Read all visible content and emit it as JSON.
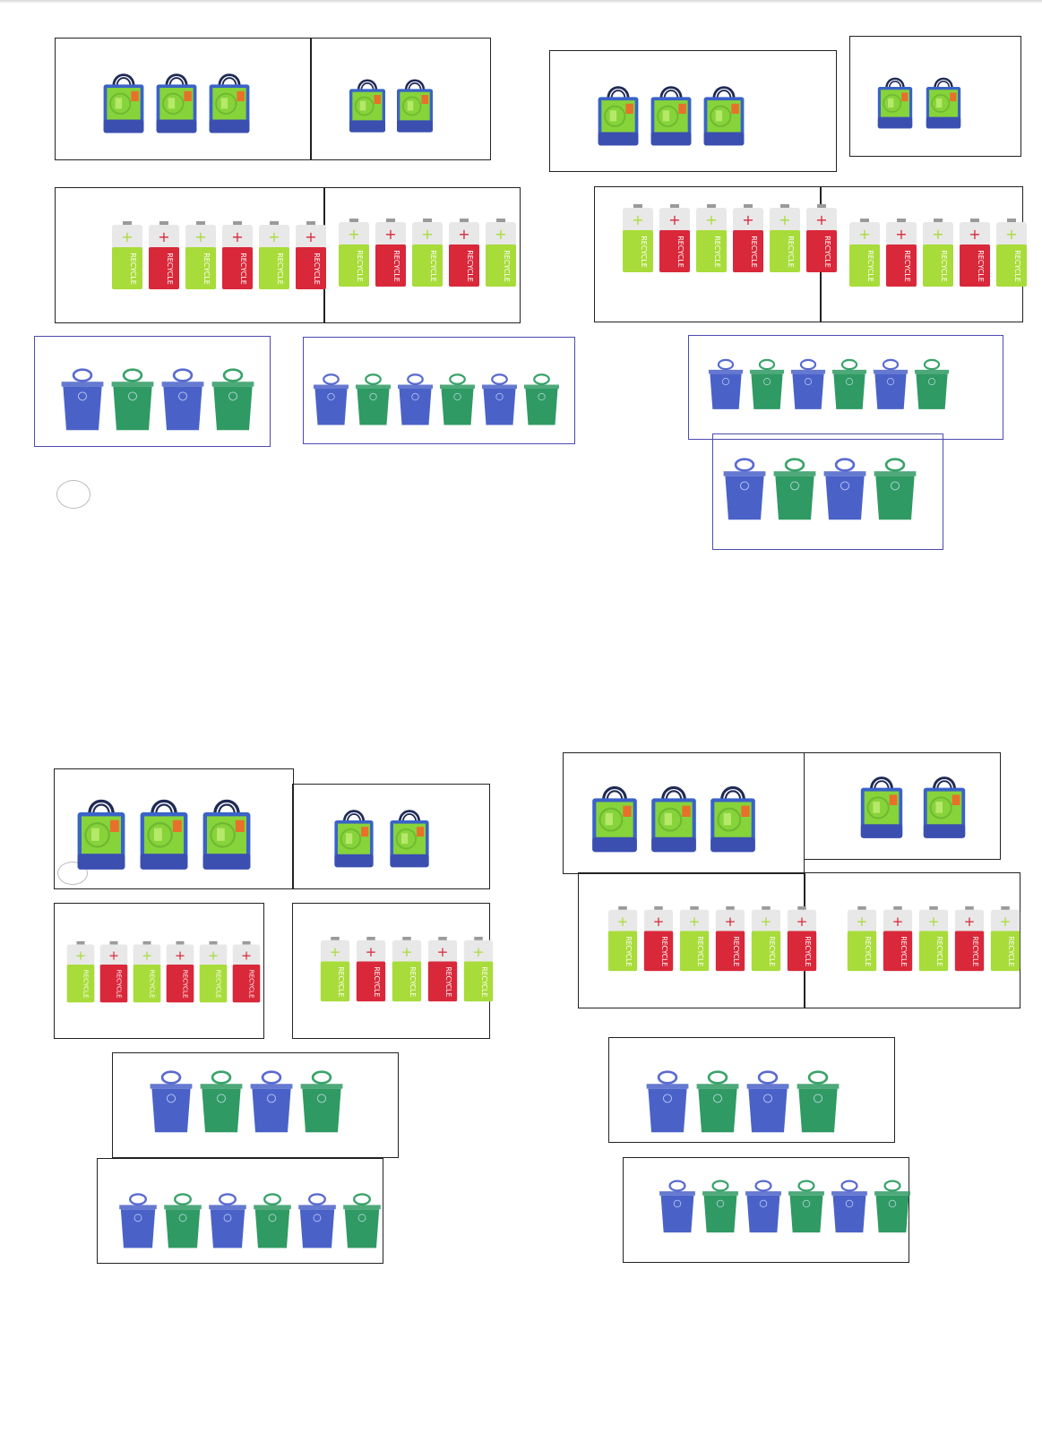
{
  "page": {
    "background": "#ffffff"
  },
  "colors": {
    "bag_body": "#3a63c8",
    "bag_bottom": "#3b4fb0",
    "bag_panel": "#86d33a",
    "bag_handle": "#1f2a55",
    "bag_tag": "#e8702a",
    "battery_green": "#a8dc3a",
    "battery_red": "#d9283a",
    "battery_cap": "#e8e8e8",
    "battery_label": "RECYCLE",
    "bin_blue": "#4a62c8",
    "bin_green": "#2f9a63",
    "bin_handle_blue": "#5a6bd0",
    "bin_handle_green": "#3aa36a",
    "box_border": "#222222",
    "box_border_blue": "#4b4ab0"
  },
  "icons": {
    "bag": "recycle-bag-icon",
    "battery": "recycle-battery-icon",
    "bin": "recycle-bin-icon"
  },
  "groups": {
    "bags": {
      "left_count": 3,
      "right_count": 2
    },
    "batteries": {
      "left_count": 6,
      "right_count": 5
    },
    "bins": {
      "small_count": 4,
      "large_count": 6
    }
  }
}
